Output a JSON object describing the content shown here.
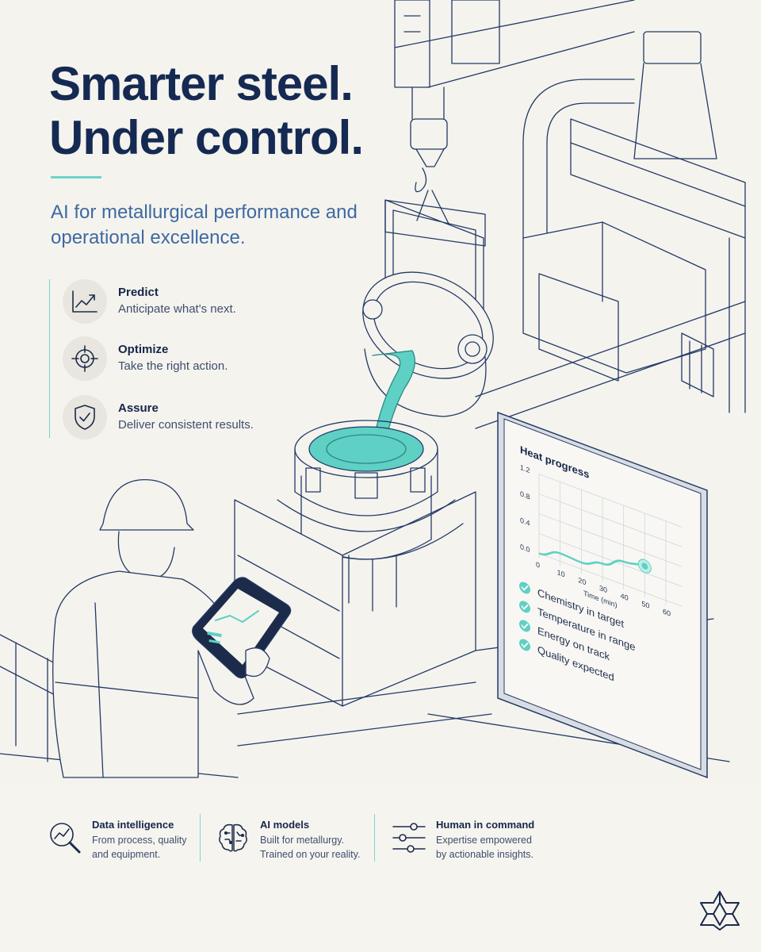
{
  "hero": {
    "headline_line1": "Smarter steel.",
    "headline_line2": "Under control.",
    "subhead": "AI for metallurgical performance and operational excellence."
  },
  "features": [
    {
      "title": "Predict",
      "desc": "Anticipate what's next.",
      "icon": "trend-chart-icon"
    },
    {
      "title": "Optimize",
      "desc": "Take the right action.",
      "icon": "target-icon"
    },
    {
      "title": "Assure",
      "desc": "Deliver consistent results.",
      "icon": "shield-check-icon"
    }
  ],
  "monitor": {
    "title": "Heat progress",
    "y_ticks": [
      "1.2",
      "0.8",
      "0.4",
      "0.0"
    ],
    "x_ticks": [
      "0",
      "10",
      "20",
      "30",
      "40",
      "50",
      "60"
    ],
    "x_label": "Time (min)",
    "checks": [
      "Chemistry in target",
      "Temperature in range",
      "Energy on track",
      "Quality expected"
    ]
  },
  "chart_data": {
    "type": "line",
    "title": "Heat progress",
    "xlabel": "Time (min)",
    "ylabel": "",
    "xlim": [
      0,
      60
    ],
    "ylim": [
      0,
      1.2
    ],
    "x": [
      0,
      10,
      20,
      30,
      40,
      50
    ],
    "values": [
      0.0,
      0.12,
      0.1,
      0.2,
      0.35,
      0.4
    ],
    "grid": true
  },
  "bottom": [
    {
      "title": "Data intelligence",
      "line1": "From process, quality",
      "line2": "and equipment.",
      "icon": "magnifier-chart-icon"
    },
    {
      "title": "AI models",
      "line1": "Built for metallurgy.",
      "line2": "Trained on your reality.",
      "icon": "brain-circuit-icon"
    },
    {
      "title": "Human in command",
      "line1": "Expertise empowered",
      "line2": "by actionable insights.",
      "icon": "sliders-icon"
    }
  ],
  "colors": {
    "accent": "#6fd3c9",
    "navy": "#152a52",
    "subhead_blue": "#3d6aa2",
    "background": "#f5f3ee"
  }
}
